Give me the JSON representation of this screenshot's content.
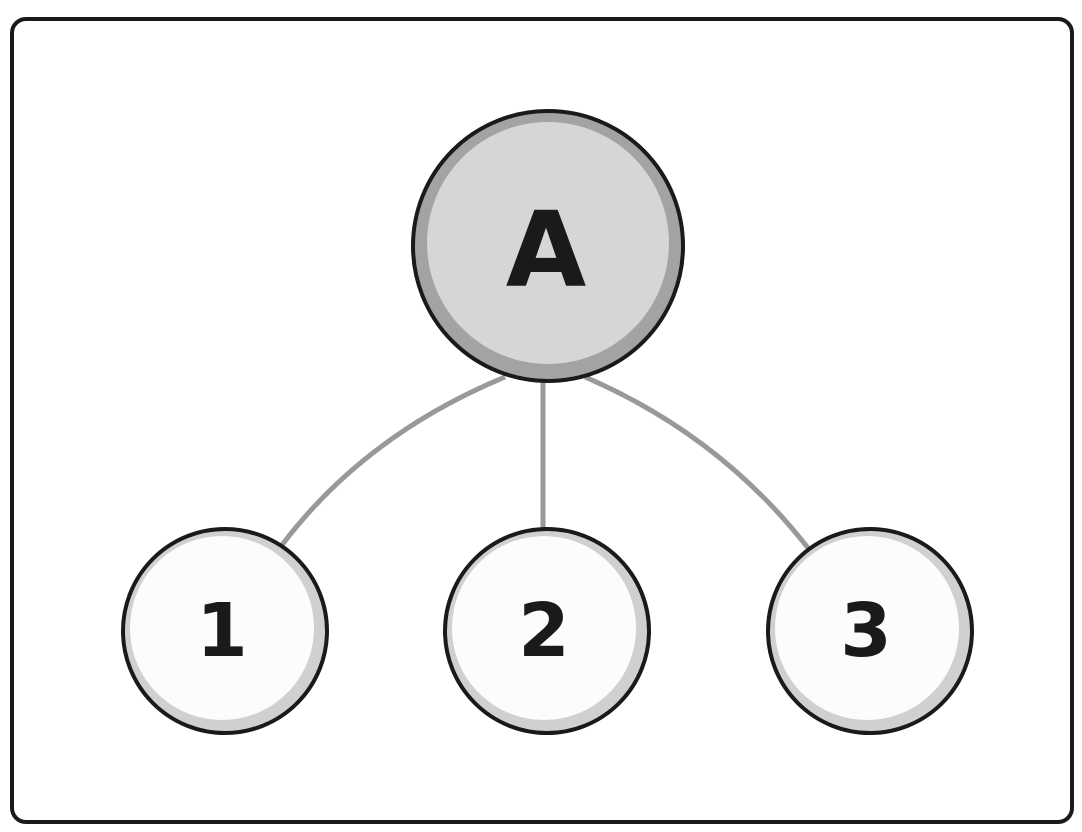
{
  "diagram": {
    "nodes": {
      "root": {
        "label": "A"
      },
      "child_1": {
        "label": "1"
      },
      "child_2": {
        "label": "2"
      },
      "child_3": {
        "label": "3"
      }
    },
    "edges": [
      {
        "from": "A",
        "to": "1"
      },
      {
        "from": "A",
        "to": "2"
      },
      {
        "from": "A",
        "to": "3"
      }
    ],
    "colors": {
      "frame_stroke": "#1a1a1a",
      "edge": "#999999",
      "root_fill": "#d6d6d6",
      "root_ring": "#a3a3a3",
      "child_fill": "#fcfcfa",
      "child_ring": "#d0d0d0",
      "node_stroke": "#1a1a1a",
      "label": "#1a1a1a"
    }
  }
}
